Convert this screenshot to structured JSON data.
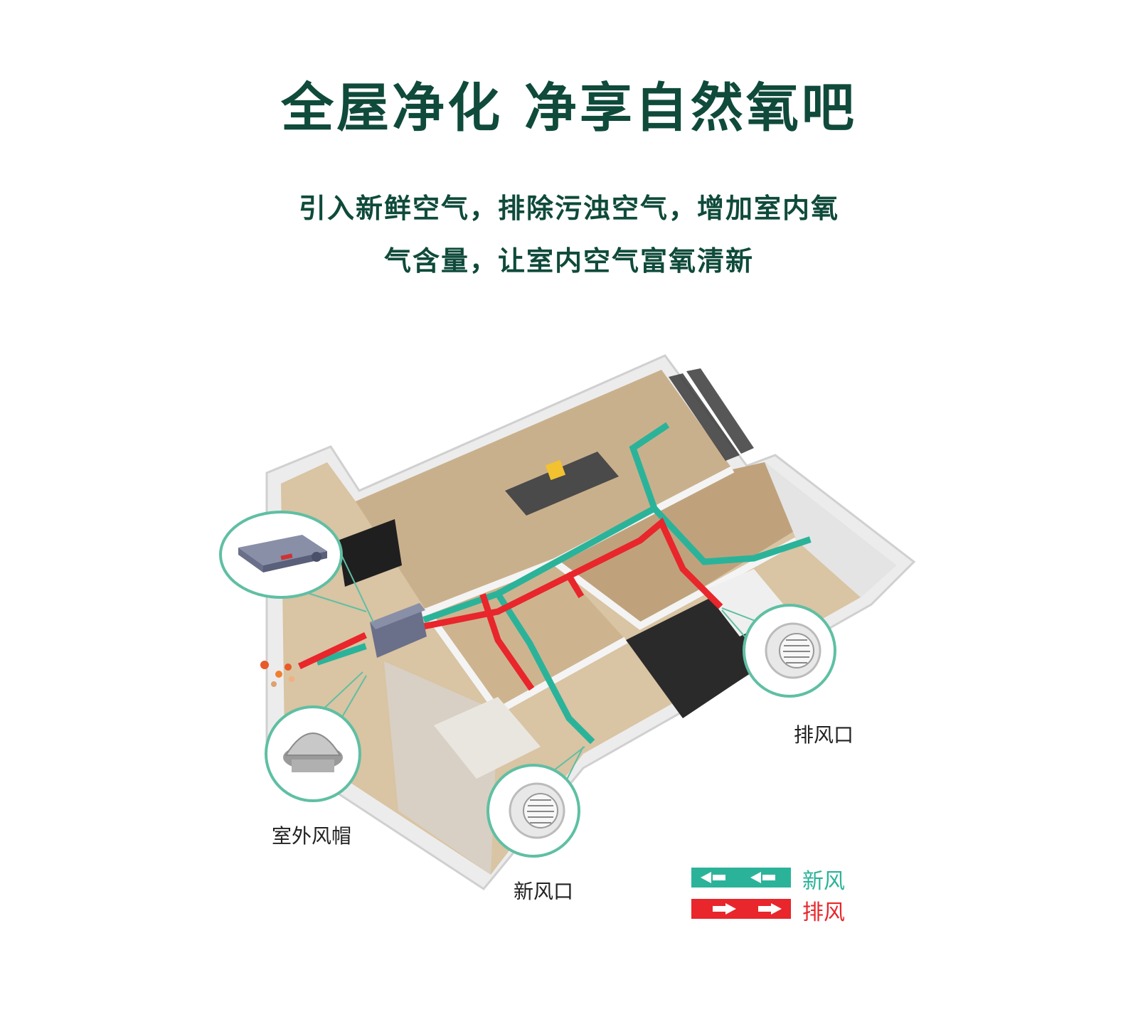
{
  "title": "全屋净化  净享自然氧吧",
  "subtitle": {
    "line1": "引入新鲜空气，排除污浊空气，增加室内氧",
    "line2": "气含量，让室内空气富氧清新"
  },
  "labels": {
    "outdoor_hood": "室外风帽",
    "fresh_air_vent": "新风口",
    "exhaust_vent": "排风口"
  },
  "legend": {
    "fresh_air": "新风",
    "exhaust_air": "排风"
  },
  "colors": {
    "title": "#0f4a3a",
    "fresh_air": "#2bb39a",
    "exhaust_air": "#e8262b"
  }
}
